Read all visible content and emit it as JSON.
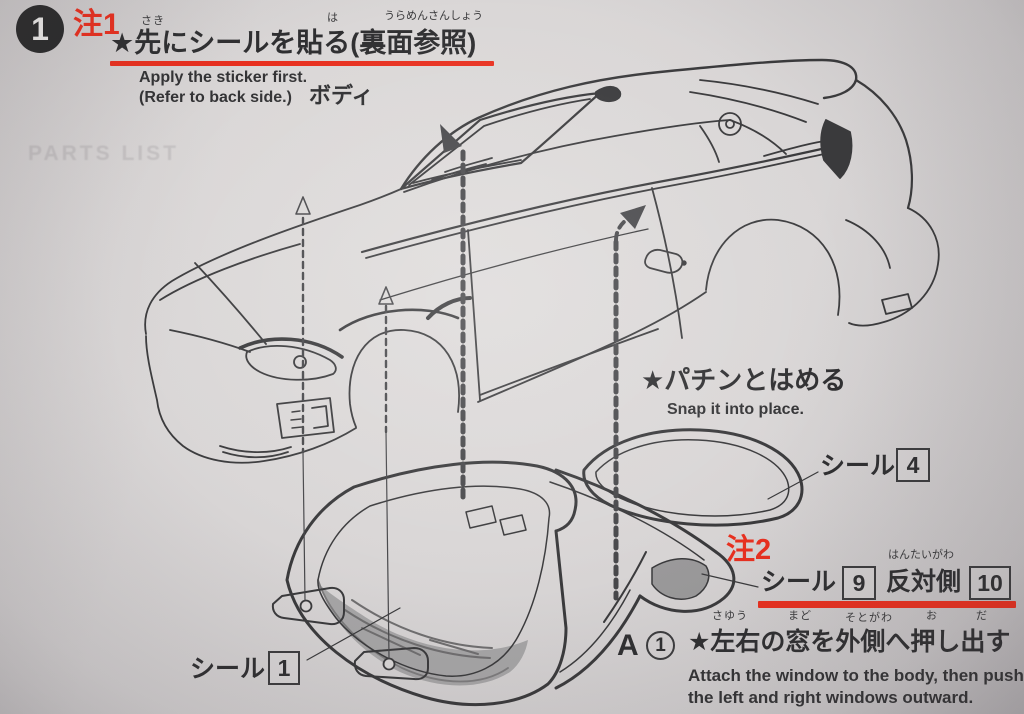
{
  "colors": {
    "red": "#e8301f",
    "ink": "#3a3a3c",
    "paper": "#d9d6d6"
  },
  "step": {
    "number": "1"
  },
  "notes": {
    "note1": "注1",
    "note2": "注2"
  },
  "heading": {
    "furigana_saki": "さき",
    "furigana_ha": "は",
    "furigana_uramen": "うらめんさんしょう",
    "text": "★先にシールを貼る(裏面参照)",
    "english_line1": "Apply the sticker first.",
    "english_line2": "(Refer to back side.)"
  },
  "labels": {
    "body": "ボディ",
    "snap_jp": "★パチンとはめる",
    "snap_en": "Snap it into place."
  },
  "stickers": {
    "s4": {
      "label": "シール",
      "number": "4"
    },
    "s9": {
      "label": "シール",
      "number": "9"
    },
    "s9_opposite": {
      "label": "反対側",
      "furigana": "はんたいがわ",
      "number": "10"
    },
    "s1": {
      "label": "シール",
      "number": "1"
    }
  },
  "step_a": {
    "part_letter": "A",
    "circled_number": "1",
    "jp": "★左右の窓を外側へ押し出す",
    "furigana": {
      "sayuu": "さゆう",
      "mado": "まど",
      "sotogawa": "そとがわ",
      "o": "お",
      "da": "だ"
    },
    "en_line1": "Attach the window to the body, then push",
    "en_line2": "the left and right windows outward."
  },
  "bleed_through": {
    "text": "PARTS LIST"
  }
}
